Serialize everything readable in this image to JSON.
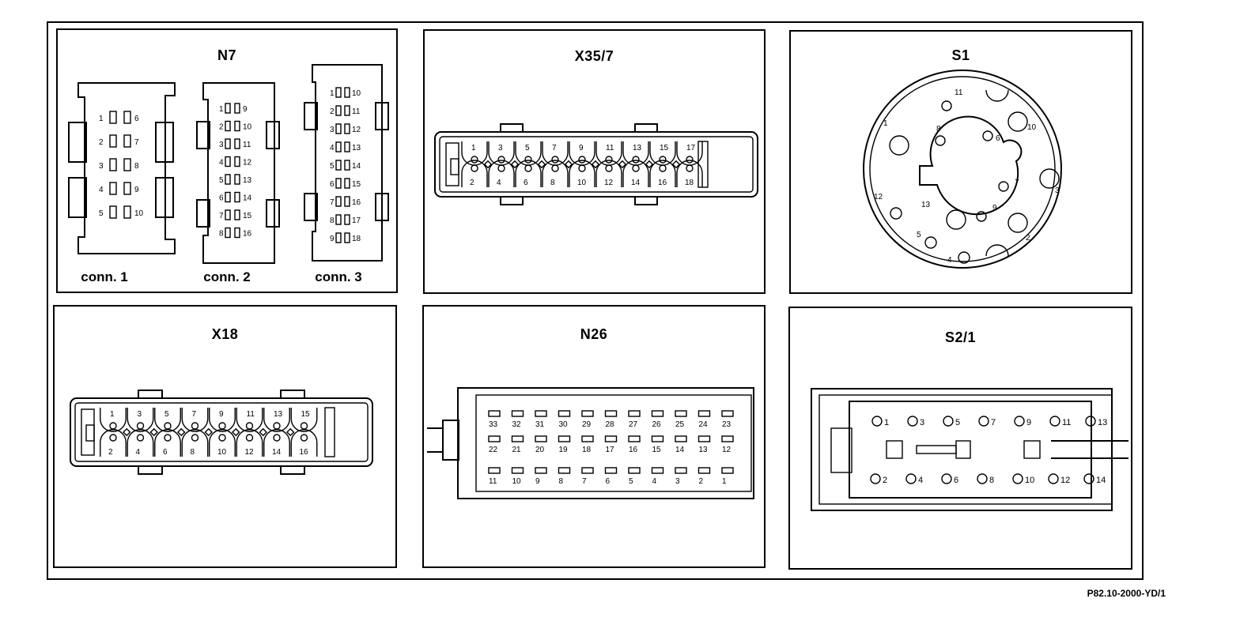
{
  "panels": {
    "n7": {
      "title": "N7",
      "connectors": [
        "conn. 1",
        "conn. 2",
        "conn. 3"
      ],
      "conn1_pins": [
        [
          "1",
          "6"
        ],
        [
          "2",
          "7"
        ],
        [
          "3",
          "8"
        ],
        [
          "4",
          "9"
        ],
        [
          "5",
          "10"
        ]
      ],
      "conn2_pins": [
        [
          "1",
          "9"
        ],
        [
          "2",
          "10"
        ],
        [
          "3",
          "11"
        ],
        [
          "4",
          "12"
        ],
        [
          "5",
          "13"
        ],
        [
          "6",
          "14"
        ],
        [
          "7",
          "15"
        ],
        [
          "8",
          "16"
        ]
      ],
      "conn3_pins": [
        [
          "1",
          "10"
        ],
        [
          "2",
          "11"
        ],
        [
          "3",
          "12"
        ],
        [
          "4",
          "13"
        ],
        [
          "5",
          "14"
        ],
        [
          "6",
          "15"
        ],
        [
          "7",
          "16"
        ],
        [
          "8",
          "17"
        ],
        [
          "9",
          "18"
        ]
      ]
    },
    "x35_7": {
      "title": "X35/7",
      "top_pins": [
        "1",
        "3",
        "5",
        "7",
        "9",
        "11",
        "13",
        "15",
        "17"
      ],
      "bottom_pins": [
        "2",
        "4",
        "6",
        "8",
        "10",
        "12",
        "14",
        "16",
        "18"
      ]
    },
    "s1": {
      "title": "S1",
      "pins": [
        "1",
        "2",
        "3",
        "4",
        "5",
        "6",
        "7",
        "8",
        "9",
        "10",
        "11",
        "12",
        "13"
      ]
    },
    "x18": {
      "title": "X18",
      "top_pins": [
        "1",
        "3",
        "5",
        "7",
        "9",
        "11",
        "13",
        "15"
      ],
      "bottom_pins": [
        "2",
        "4",
        "6",
        "8",
        "10",
        "12",
        "14",
        "16"
      ]
    },
    "n26": {
      "title": "N26",
      "row1": [
        "33",
        "32",
        "31",
        "30",
        "29",
        "28",
        "27",
        "26",
        "25",
        "24",
        "23"
      ],
      "row2": [
        "22",
        "21",
        "20",
        "19",
        "18",
        "17",
        "16",
        "15",
        "14",
        "13",
        "12"
      ],
      "row3": [
        "11",
        "10",
        "9",
        "8",
        "7",
        "6",
        "5",
        "4",
        "3",
        "2",
        "1"
      ]
    },
    "s2_1": {
      "title": "S2/1",
      "top_pins": [
        "1",
        "3",
        "5",
        "7",
        "9",
        "11",
        "13"
      ],
      "bottom_pins": [
        "2",
        "4",
        "6",
        "8",
        "10",
        "12",
        "14"
      ]
    }
  },
  "reference": "P82.10-2000-YD/1"
}
